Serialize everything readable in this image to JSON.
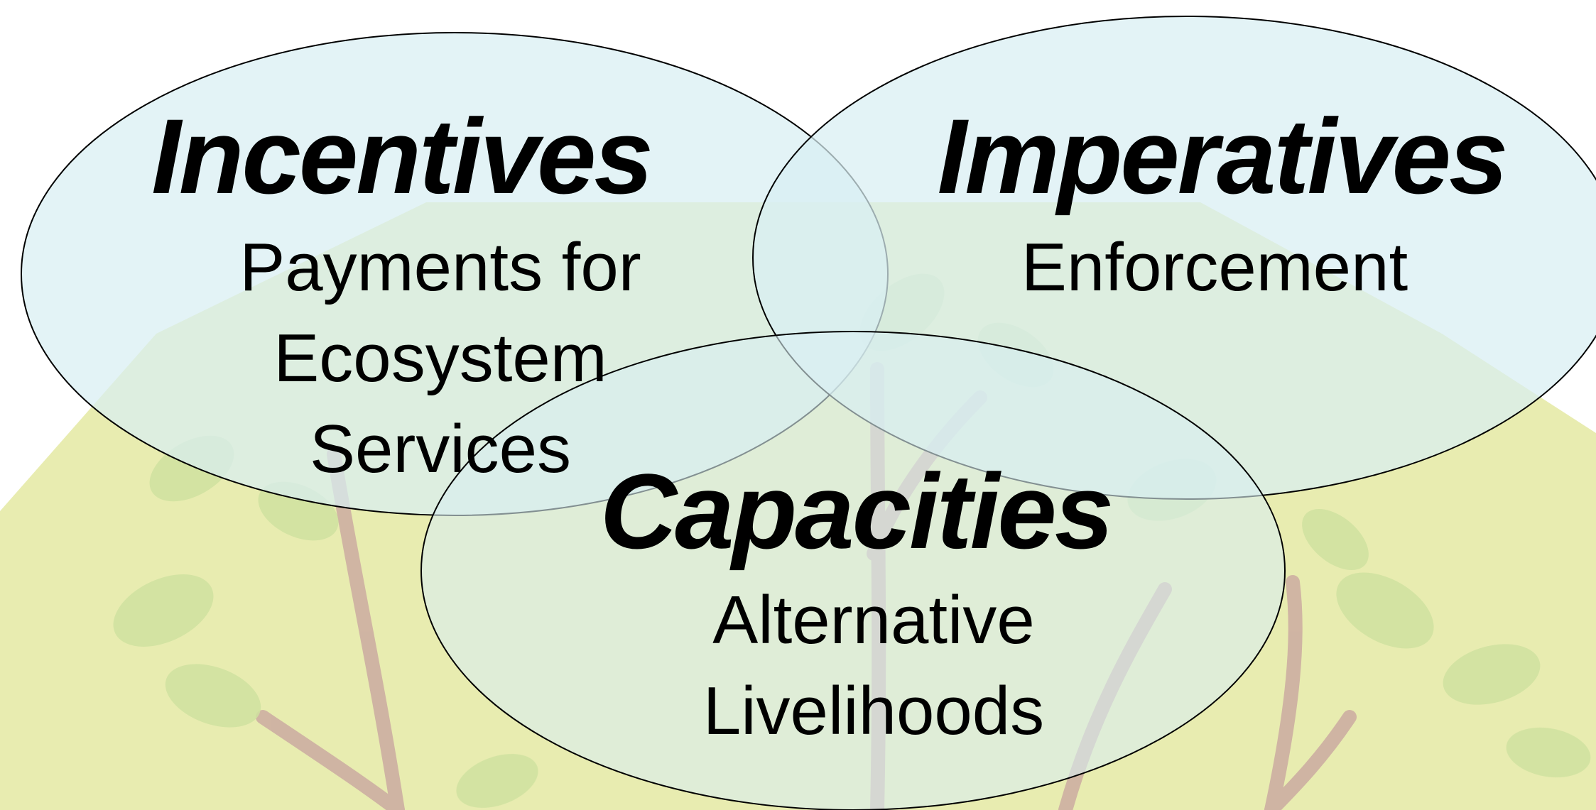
{
  "colors": {
    "background_hill": "#e8ecb0",
    "leaf": "#cfe2a0",
    "branch": "#c9a7a0",
    "circle_fill": "#d8eef2",
    "circle_stroke": "#000000"
  },
  "incentives": {
    "title": "Incentives",
    "lines": [
      "Payments for",
      "Ecosystem",
      "Services"
    ]
  },
  "imperatives": {
    "title": "Imperatives",
    "lines": [
      "Enforcement"
    ]
  },
  "capacities": {
    "title": "Capacities",
    "lines": [
      "Alternative",
      "Livelihoods"
    ]
  }
}
